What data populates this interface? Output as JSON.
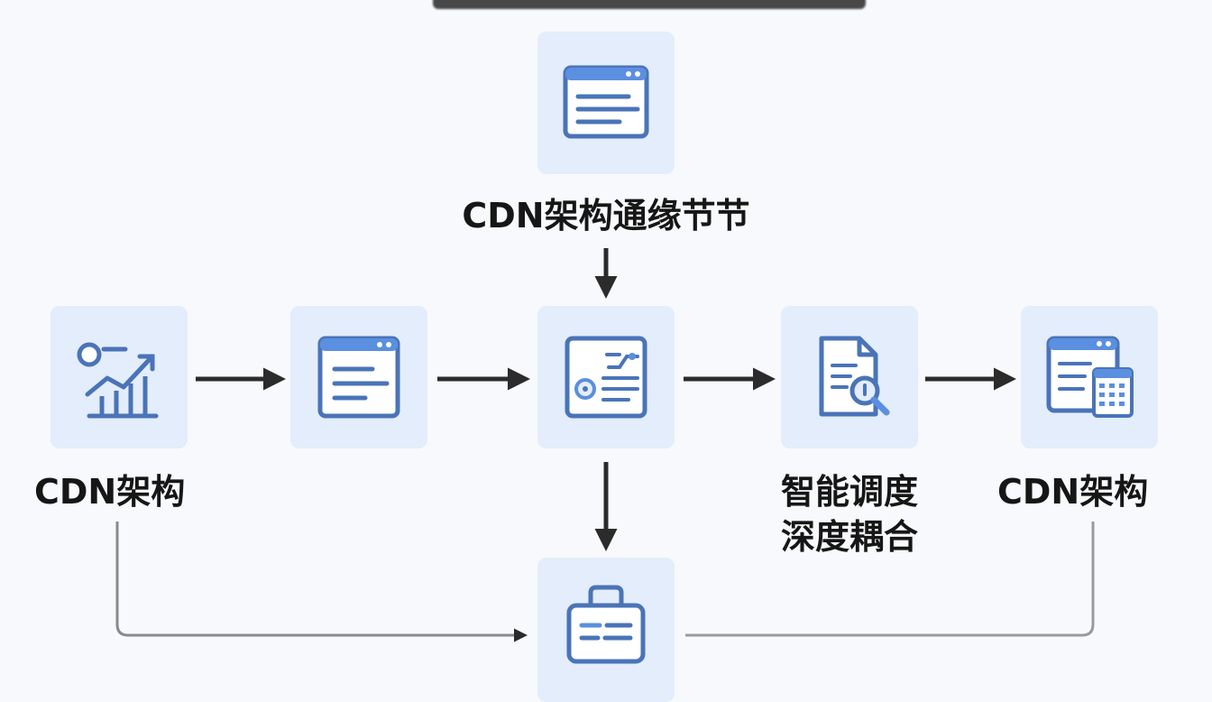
{
  "nodes": {
    "top": {
      "label": "CDN架构通缘节节",
      "icon": "browser-window-icon"
    },
    "n1": {
      "label": "CDN架构",
      "icon": "analytics-chart-icon"
    },
    "n2": {
      "label": "",
      "icon": "browser-window-icon"
    },
    "n3": {
      "label": "",
      "icon": "diagram-editor-icon"
    },
    "n4": {
      "label_line1": "智能调度",
      "label_line2": "深度耦合",
      "icon": "document-search-icon"
    },
    "n5": {
      "label": "CDN架构",
      "icon": "window-spreadsheet-icon"
    },
    "bottom": {
      "label": "",
      "icon": "briefcase-document-icon"
    }
  },
  "colors": {
    "tile": "#e3edfb",
    "icon_stroke": "#4a74b8",
    "icon_accent": "#5b8fe0",
    "arrow": "#2b2b2b",
    "connector": "#8a8a8a"
  }
}
